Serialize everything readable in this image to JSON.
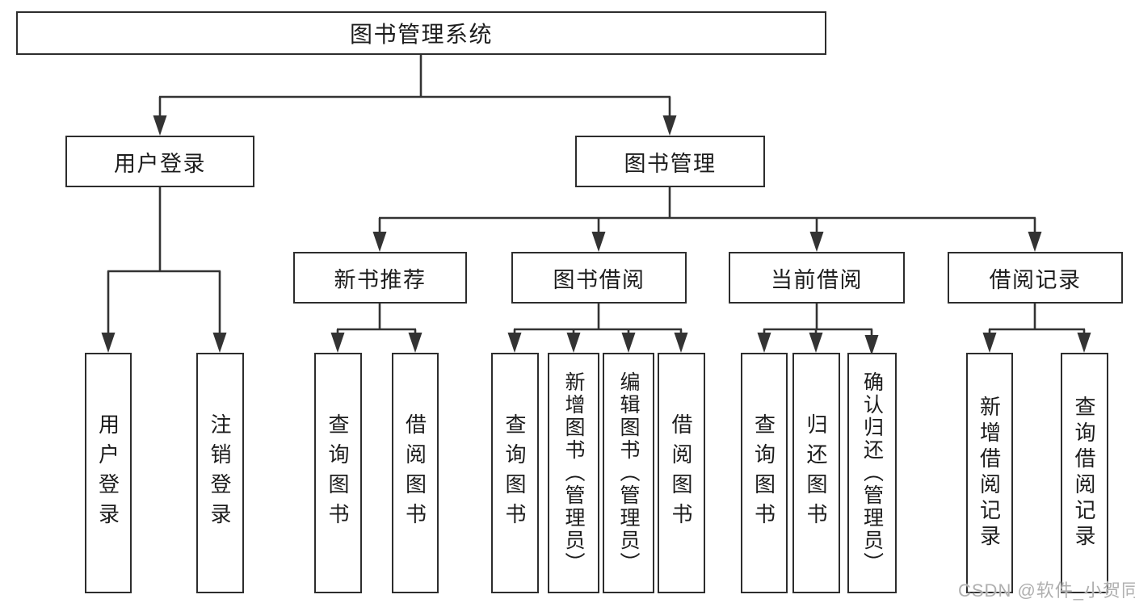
{
  "diagram": {
    "nodes": {
      "root": "图书管理系统",
      "login": "用户登录",
      "mgmt": "图书管理",
      "l3_recommend": "新书推荐",
      "l3_borrow": "图书借阅",
      "l3_current": "当前借阅",
      "l3_records": "借阅记录",
      "leaf_login_1": "用户登录",
      "leaf_login_2": "注销登录",
      "leaf_rec_1": "查询图书",
      "leaf_rec_2": "借阅图书",
      "leaf_bor_1": "查询图书",
      "leaf_bor_2": "新增图书（管理员）",
      "leaf_bor_3": "编辑图书（管理员）",
      "leaf_bor_4": "借阅图书",
      "leaf_cur_1": "查询图书",
      "leaf_cur_2": "归还图书",
      "leaf_cur_3": "确认归还（管理员）",
      "leaf_rcd_1": "新增借阅记录",
      "leaf_rcd_2": "查询借阅记录"
    },
    "hierarchy": {
      "root": [
        "login",
        "mgmt"
      ],
      "login": [
        "leaf_login_1",
        "leaf_login_2"
      ],
      "mgmt": [
        "l3_recommend",
        "l3_borrow",
        "l3_current",
        "l3_records"
      ],
      "l3_recommend": [
        "leaf_rec_1",
        "leaf_rec_2"
      ],
      "l3_borrow": [
        "leaf_bor_1",
        "leaf_bor_2",
        "leaf_bor_3",
        "leaf_bor_4"
      ],
      "l3_current": [
        "leaf_cur_1",
        "leaf_cur_2",
        "leaf_cur_3"
      ],
      "l3_records": [
        "leaf_rcd_1",
        "leaf_rcd_2"
      ]
    },
    "colors": {
      "line": "#333333",
      "box_border": "#2d2d2d",
      "box_background": "#ffffff",
      "text": "#1c1c1c",
      "watermark": "#b0b0b0",
      "page_background": "#ffffff"
    }
  },
  "watermark": {
    "text": "CSDN @软件_小贺同学"
  }
}
